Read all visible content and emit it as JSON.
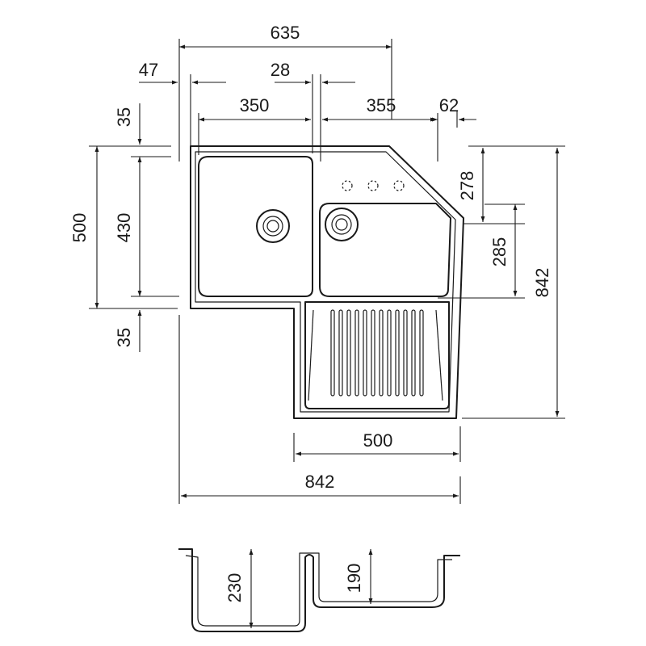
{
  "plan_dimensions": {
    "overall_top": "635",
    "left_offset": "47",
    "divider_width": "28",
    "left_bowl_width": "350",
    "right_section_width": "355",
    "corner_step": "62",
    "top_margin": "35",
    "bowl_height": "430",
    "total_height_left": "500",
    "bottom_margin": "35",
    "corner_depth": "278",
    "right_bowl_height": "285",
    "overall_right": "842",
    "drainer_width": "500",
    "overall_bottom": "842"
  },
  "section_dimensions": {
    "left_bowl_depth": "230",
    "right_bowl_depth": "190"
  }
}
